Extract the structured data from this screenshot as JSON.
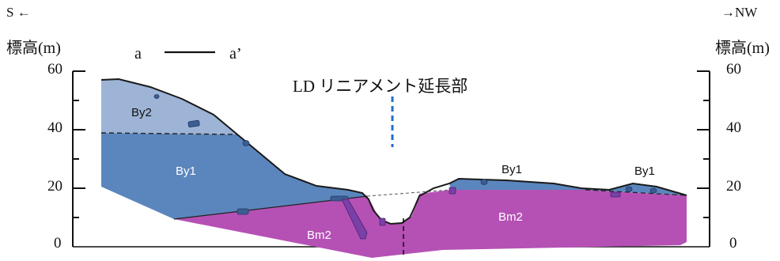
{
  "direction": {
    "left": "S ←",
    "right": "→NW"
  },
  "axis": {
    "label": "標高(m)",
    "ticks": [
      "60",
      "40",
      "20",
      "0"
    ],
    "range": [
      0,
      60
    ]
  },
  "section": {
    "start": "a",
    "end": "a’"
  },
  "lineament_label": "LD リニアメント延長部",
  "units": {
    "by2": "By2",
    "by1_left": "By1",
    "by1_center": "By1",
    "by1_right": "By1",
    "bm2_left": "Bm2",
    "bm2_right": "Bm2"
  },
  "colors": {
    "by2": "#9db4d6",
    "by1": "#5b86bd",
    "bm2": "#b551b5",
    "lineament": "#1f6fc9",
    "boulder": "#7b3fa8",
    "outline": "#1a1a1a"
  }
}
